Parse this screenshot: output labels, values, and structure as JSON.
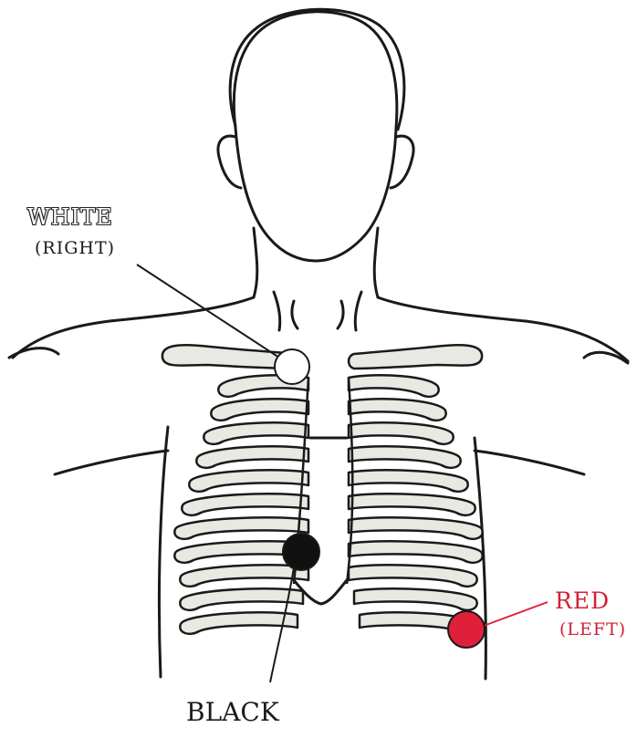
{
  "labels": {
    "white": {
      "title": "WHITE",
      "sub": "(RIGHT)"
    },
    "red": {
      "title": "RED",
      "sub": "(LEFT)"
    },
    "black": {
      "title": "BLACK"
    }
  },
  "colors": {
    "outline": "#1a1a1a",
    "bone": "#e9e8e2",
    "bone_shadow": "#c9c8c0",
    "electrode_white": "#ffffff",
    "electrode_black": "#111111",
    "electrode_red": "#e0203a",
    "red_text": "#d41f35"
  }
}
